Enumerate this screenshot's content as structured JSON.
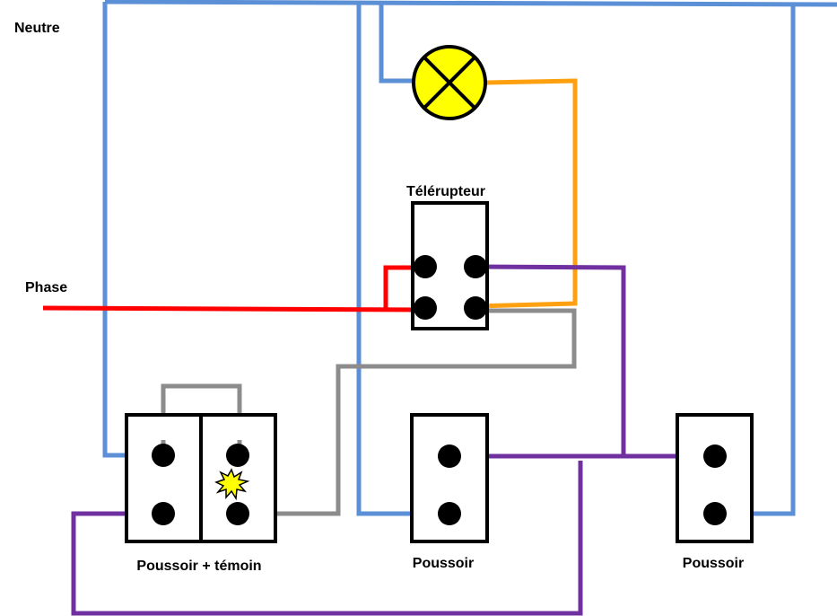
{
  "labels": {
    "neutral": "Neutre",
    "phase": "Phase",
    "relay": "Télérupteur",
    "pushbutton_indicator": "Poussoir + témoin",
    "pushbutton_middle": "Poussoir",
    "pushbutton_right": "Poussoir"
  },
  "colors": {
    "neutral": "#5b8fd6",
    "phase": "#ff0000",
    "lamp_return": "#ffa010",
    "control": "#7030a0",
    "switched": "#8c8c8c",
    "lamp_fill": "#ffff00",
    "indicator_fill": "#ffff00"
  },
  "icons": {
    "lamp": "lamp-cross-circle-icon",
    "indicator": "starburst-indicator-icon"
  }
}
